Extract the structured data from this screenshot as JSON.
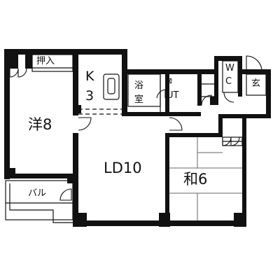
{
  "rooms": {
    "western": "洋8",
    "ld": "LD10",
    "japanese": "和6",
    "kitchen_k": "K",
    "kitchen_num": "3",
    "bath_a": "浴",
    "bath_b": "室",
    "ut_mark": "⊠",
    "ut": "UT",
    "wc_w": "W",
    "wc_c": "C",
    "entrance": "玄",
    "closet": "押入",
    "balcony": "バル"
  }
}
